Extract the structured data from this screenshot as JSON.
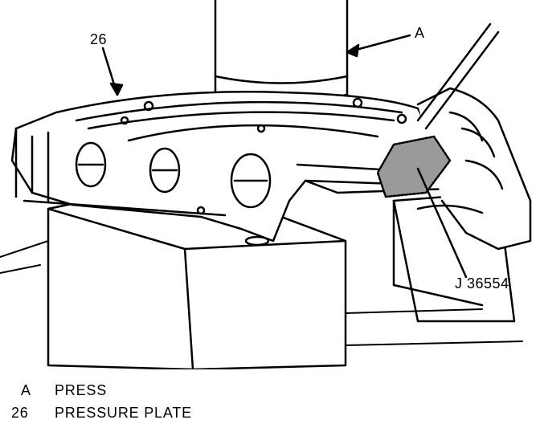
{
  "callouts": {
    "press": "A",
    "pressure_plate": "26",
    "tool": "J 36554"
  },
  "legend": [
    {
      "key": "A",
      "description": "PRESS"
    },
    {
      "key": "26",
      "description": "PRESSURE PLATE"
    }
  ]
}
